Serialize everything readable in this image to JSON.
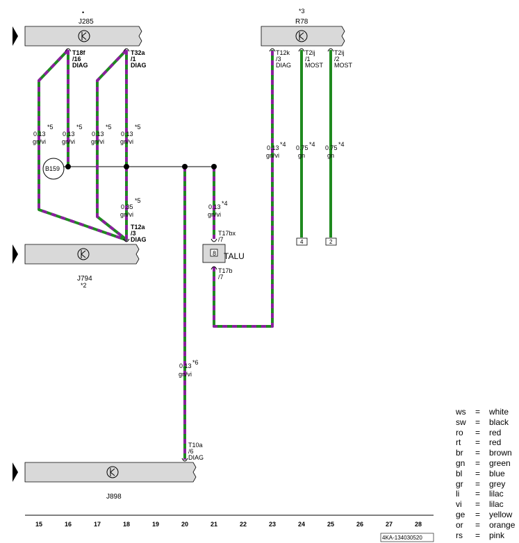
{
  "components": {
    "j285": {
      "name": "J285",
      "star": "•"
    },
    "r78": {
      "name": "R78",
      "note": "*3"
    },
    "j794": {
      "name": "J794",
      "note": "*2"
    },
    "j898": {
      "name": "J898"
    },
    "b159": {
      "name": "B159"
    },
    "talu": {
      "name": "TALU"
    }
  },
  "connectors": {
    "t18f": {
      "l1": "T18f",
      "l2": "/16",
      "l3": "DIAG"
    },
    "t32a": {
      "l1": "T32a",
      "l2": "/1",
      "l3": "DIAG"
    },
    "t12k": {
      "l1": "T12k",
      "l2": "/3",
      "l3": "DIAG"
    },
    "t2ij1": {
      "l1": "T2ij",
      "l2": "/1",
      "l3": "MOST"
    },
    "t2ij2": {
      "l1": "T2ij",
      "l2": "/2",
      "l3": "MOST"
    },
    "t12a": {
      "l1": "T12a",
      "l2": "/3",
      "l3": "DIAG"
    },
    "t17bx": {
      "l1": "T17bx",
      "l2": "/7"
    },
    "t17b": {
      "l1": "T17b",
      "l2": "/7"
    },
    "t10a": {
      "l1": "T10a",
      "l2": "/6",
      "l3": "DIAG"
    }
  },
  "wires": {
    "w15": {
      "size": "0.13",
      "note": "*5",
      "color": "gn/vi"
    },
    "w16": {
      "size": "0.13",
      "note": "*5",
      "color": "gn/vi"
    },
    "w17": {
      "size": "0.13",
      "note": "*5",
      "color": "gn/vi"
    },
    "w18": {
      "size": "0.13",
      "note": "*5",
      "color": "gn/vi"
    },
    "w18b": {
      "size": "0.35",
      "note": "*5",
      "color": "gn/vi"
    },
    "w21": {
      "size": "0.13",
      "note": "*4",
      "color": "gn/vi"
    },
    "w23": {
      "size": "0.13",
      "note": "*4",
      "color": "gn/vi"
    },
    "w24": {
      "size": "0.75",
      "note": "*4",
      "color": "gn"
    },
    "w25": {
      "size": "0.75",
      "note": "*4",
      "color": "gn"
    },
    "w20": {
      "size": "0.13",
      "note": "*6",
      "color": "gn/vi"
    }
  },
  "terminals": {
    "t24": "4",
    "t25": "2"
  },
  "talu_pin": "8",
  "ruler": [
    "15",
    "16",
    "17",
    "18",
    "19",
    "20",
    "21",
    "22",
    "23",
    "24",
    "25",
    "26",
    "27",
    "28"
  ],
  "doc_id": "4KA-134030520",
  "legend": [
    {
      "abbr": "ws",
      "name": "white"
    },
    {
      "abbr": "sw",
      "name": "black"
    },
    {
      "abbr": "ro",
      "name": "red"
    },
    {
      "abbr": "rt",
      "name": "red"
    },
    {
      "abbr": "br",
      "name": "brown"
    },
    {
      "abbr": "gn",
      "name": "green"
    },
    {
      "abbr": "bl",
      "name": "blue"
    },
    {
      "abbr": "gr",
      "name": "grey"
    },
    {
      "abbr": "li",
      "name": "lilac"
    },
    {
      "abbr": "vi",
      "name": "lilac"
    },
    {
      "abbr": "ge",
      "name": "yellow"
    },
    {
      "abbr": "or",
      "name": "orange"
    },
    {
      "abbr": "rs",
      "name": "pink"
    }
  ],
  "legend_eq": "=",
  "colors": {
    "green": "#1f8a1f",
    "violet": "#8a1f9e",
    "component_fill": "#d9d9d9"
  }
}
